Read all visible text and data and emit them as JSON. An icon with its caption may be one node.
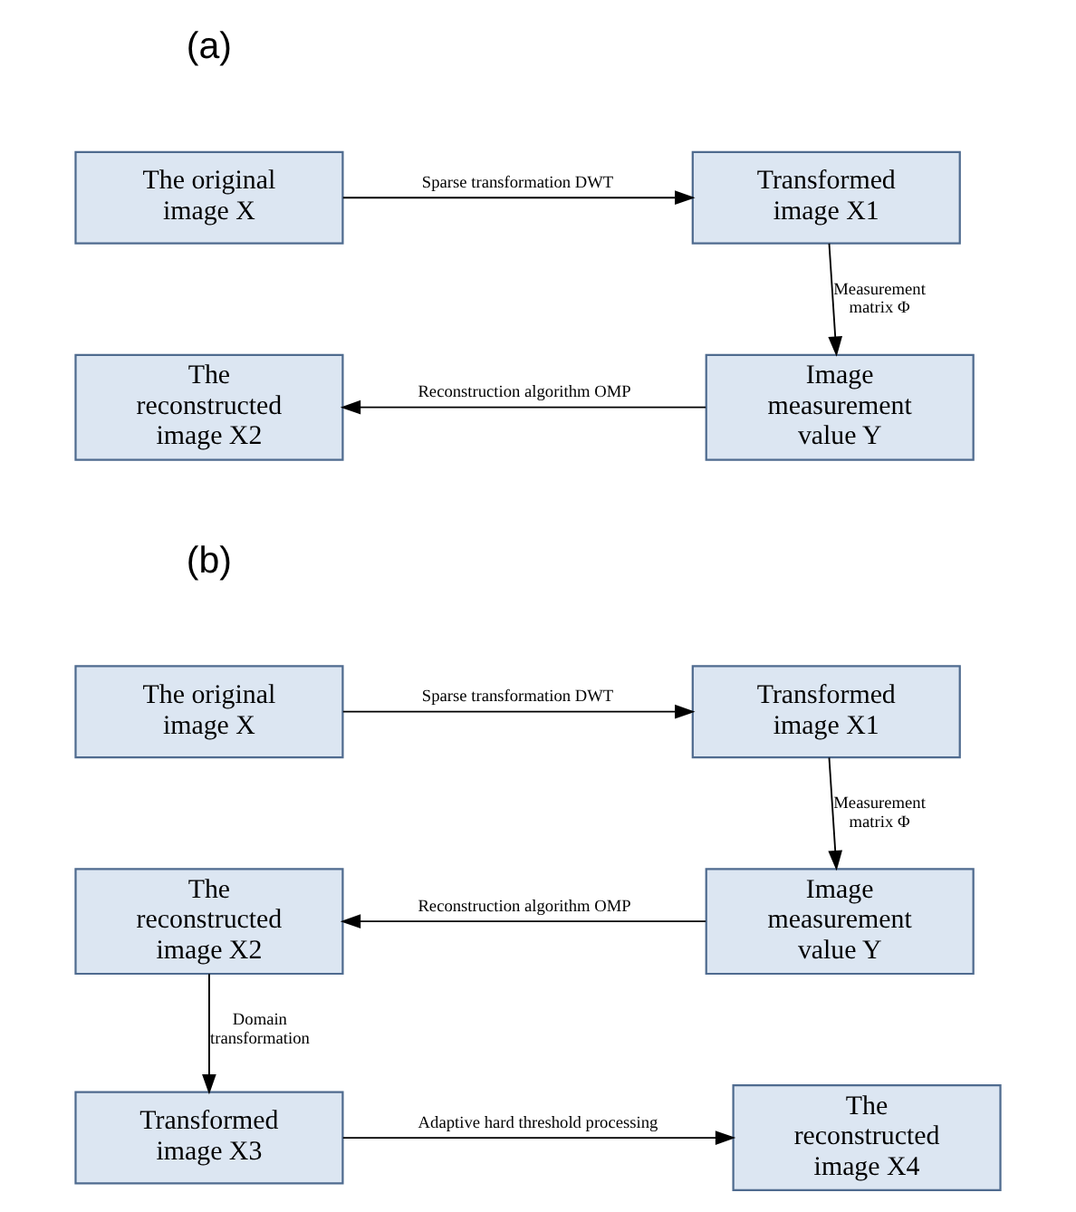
{
  "diagram": {
    "nodes": [
      {
        "text": [
          "The original image X"
        ]
      },
      {
        "text": [
          "Transformed image X1"
        ]
      },
      {
        "text": [
          "Image measurement value Y"
        ]
      },
      {
        "text": [
          "The reconstructed image X2"
        ]
      },
      {
        "text": [
          "The original image X"
        ]
      },
      {
        "text": [
          "Transformed image X1"
        ]
      },
      {
        "text": [
          "Image measurement value Y"
        ]
      },
      {
        "text": [
          "The reconstructed image X2"
        ]
      },
      {
        "text": [
          "Transformed image X3"
        ]
      },
      {
        "text": [
          "The reconstructed image X4"
        ]
      }
    ],
    "edges": [
      {
        "from": 0,
        "to": 1,
        "arrow": "to",
        "label": "Sparse transformation DWT"
      },
      {
        "from": 1,
        "to": 2,
        "arrow": "to",
        "label": "Measurement matrix Φ"
      },
      {
        "from": 2,
        "to": 3,
        "arrow": "to",
        "label": "Reconstruction algorithm OMP"
      },
      {
        "from": 4,
        "to": 5,
        "arrow": "to",
        "label": "Sparse transformation DWT"
      },
      {
        "from": 5,
        "to": 6,
        "arrow": "to",
        "label": "Measurement matrix Φ"
      },
      {
        "from": 6,
        "to": 7,
        "arrow": "to",
        "label": "Reconstruction algorithm OMP"
      },
      {
        "from": 7,
        "to": 8,
        "arrow": "to",
        "label": "Domain transformation"
      },
      {
        "from": 8,
        "to": 9,
        "arrow": "to",
        "label": "Adaptive hard threshold processing"
      }
    ],
    "labels": [
      "(a)",
      "(b)"
    ]
  }
}
